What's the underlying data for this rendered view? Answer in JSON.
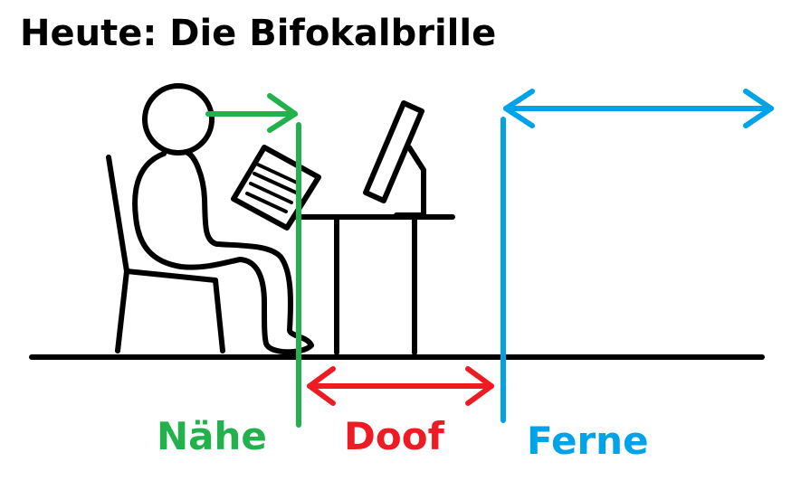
{
  "title": "Heute: Die Bifokalbrille",
  "zones": {
    "near": {
      "label": "Nähe",
      "color": "#22b14c"
    },
    "middle": {
      "label": "Doof",
      "color": "#ed1c24"
    },
    "far": {
      "label": "Ferne",
      "color": "#00a2e8"
    }
  },
  "icons": {
    "person": "seated-person-icon",
    "chair": "chair-icon",
    "book": "book-icon",
    "desk": "desk-icon",
    "monitor": "monitor-icon"
  }
}
